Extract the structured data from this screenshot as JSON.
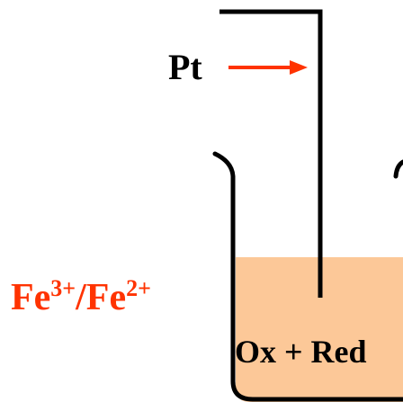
{
  "electrode_label": "Pt",
  "couple_label": {
    "ion1": "Fe",
    "ion1_charge": "3+",
    "separator": "/",
    "ion2": "Fe",
    "ion2_charge": "2+"
  },
  "solution_label": "Ox + Red",
  "colors": {
    "arrow": "#ff3300",
    "couple_text": "#ff3300",
    "solution_fill": "#fcc898",
    "outline": "#000000",
    "text": "#000000"
  }
}
